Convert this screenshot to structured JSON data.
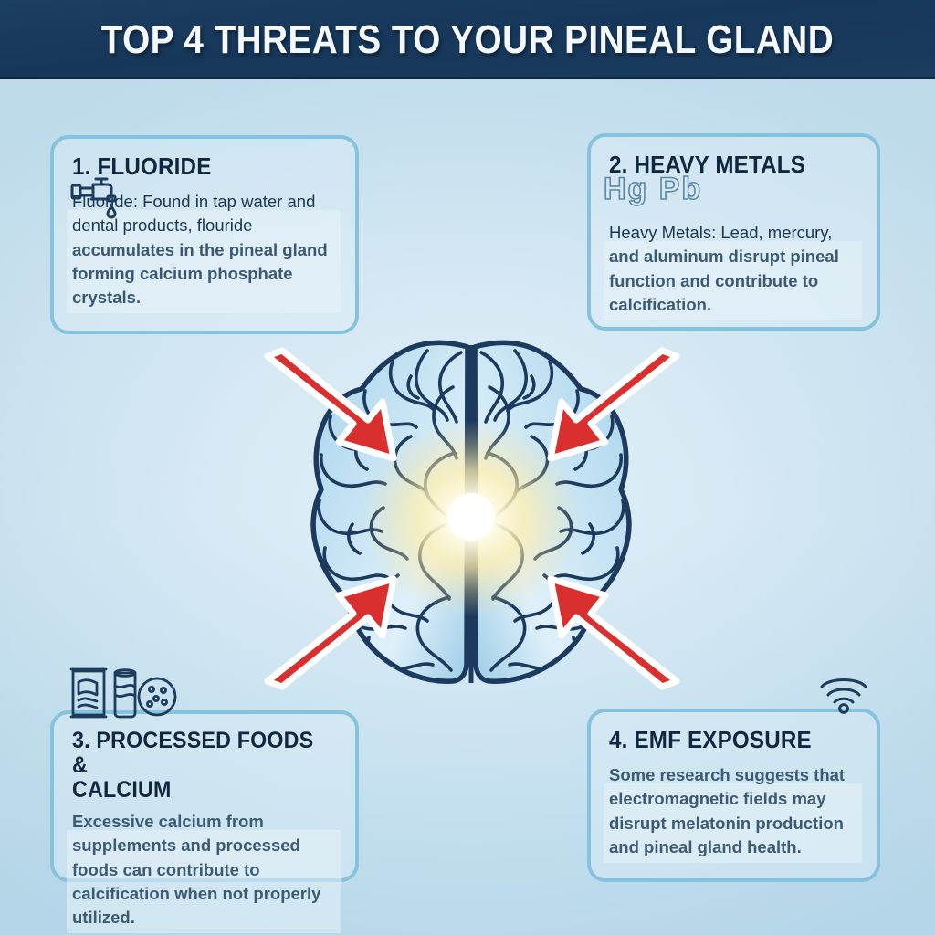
{
  "header": {
    "title": "TOP 4 THREATS TO YOUR PINEAL GLAND",
    "band_color": "#1a3c5e",
    "title_color": "#f4f8fb"
  },
  "theme": {
    "background_top": "#bedcec",
    "background_mid": "#e2f0f8",
    "card_border": "#84c2dd",
    "card_fill": "#dfeff7",
    "title_text": "#10283f",
    "body_text": "#3d5a72",
    "icon_stroke": "#1d3c5c",
    "arrow_red": "#d9302f",
    "brain_outline": "#1b3a5e",
    "brain_fill": "#b8dcf0",
    "glow": "#fff6d0"
  },
  "cards": [
    {
      "number": "1.",
      "title": "1. FLUORIDE",
      "icon": "faucet-icon",
      "body_lead": "Fluoride: Found in tap water and dental products, flouride ",
      "body_rest": "accumulates in the pineal gland forming calcium phosphate crystals.",
      "body_full": "Fluoride: Found in tap water and dental products, flouride accumulates in the pineal gland forming calcium phosphate crystals."
    },
    {
      "number": "2.",
      "title": "2. HEAVY METALS",
      "icon": "heavy-metals-symbols",
      "symbols": "Hg  Pb",
      "body_lead": "Heavy Metals: Lead, mercury, ",
      "body_rest": "and aluminum disrupt pineal function and contribute to calcification.",
      "body_full": "Heavy Metals: Lead, mercury, and aluminum disrupt pineal function and contribute to calcification."
    },
    {
      "number": "3.",
      "title": "3. PROCESSED FOODS &\nCALCIUM",
      "icon": "processed-snacks-icon",
      "body_lead": "",
      "body_rest": "Excessive calcium from supplements and processed foods can contribute to calcification when not properly utilized.",
      "body_full": "Excessive calcium from supplements and processed foods can contribute to calcification when not properly utilized."
    },
    {
      "number": "4.",
      "title": "4. EMF EXPOSURE",
      "icon": "wifi-icon",
      "body_lead": "",
      "body_rest": "Some research suggests that electromagnetic fields may disrupt melatonin production and pineal gland health.",
      "body_full": "Some research suggests that electromagnetic fields may disrupt melatonin production and pineal gland health."
    }
  ],
  "illustration": {
    "name": "brain-top-view-with-glowing-pineal-gland",
    "arrows": [
      {
        "name": "arrow-from-fluoride",
        "direction": "down-right"
      },
      {
        "name": "arrow-from-heavy-metals",
        "direction": "down-left"
      },
      {
        "name": "arrow-from-processed-foods",
        "direction": "up-right"
      },
      {
        "name": "arrow-from-emf",
        "direction": "up-left"
      }
    ]
  }
}
